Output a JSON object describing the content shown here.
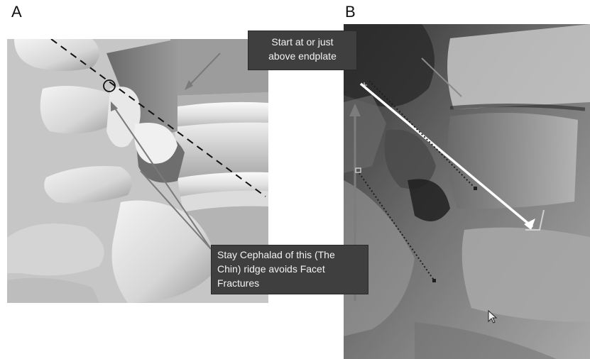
{
  "panels": {
    "a_label": "A",
    "b_label": "B"
  },
  "callouts": {
    "endplate": {
      "line1": "Start at or just",
      "line2": "above endplate"
    },
    "chin": {
      "line1": "Stay Cephalad of this (The",
      "line2": "Chin) ridge avoids Facet",
      "line3": "Fractures"
    }
  },
  "colors": {
    "callout_bg": "#3f3f3f",
    "callout_text": "#f2f2f2",
    "illustration_bg": "#c4c4c4",
    "xray_bg": "#2a2a2a"
  }
}
